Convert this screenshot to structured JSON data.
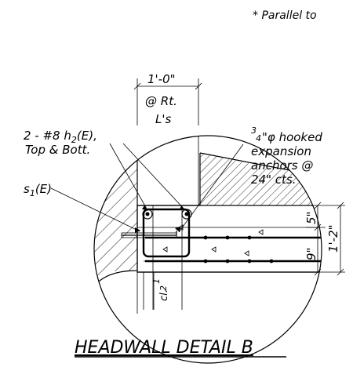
{
  "note": "* Parallel to",
  "dims": {
    "top_width": "1'-0\"",
    "top_at": "@ Rt.",
    "top_ls": "L's",
    "upper": "5\"",
    "lower": "9\"",
    "total": "1'-2\"",
    "clear_num": "1",
    "clear_den": "2",
    "clear_cl": "cl."
  },
  "labels": {
    "bars_line1": "2 - #8 h",
    "bars_sub": "2",
    "bars_tail": "(E),",
    "bars_line2": "Top & Bott.",
    "s1": "s",
    "s1_sub": "1",
    "s1_tail": "(E)",
    "anchor_num": "3",
    "anchor_den": "4",
    "anchor_line1": "\"φ hooked",
    "anchor_line2": "expansion",
    "anchor_line3": "anchors @",
    "anchor_line4": "24\" cts."
  },
  "title": "HEADWALL DETAIL B"
}
